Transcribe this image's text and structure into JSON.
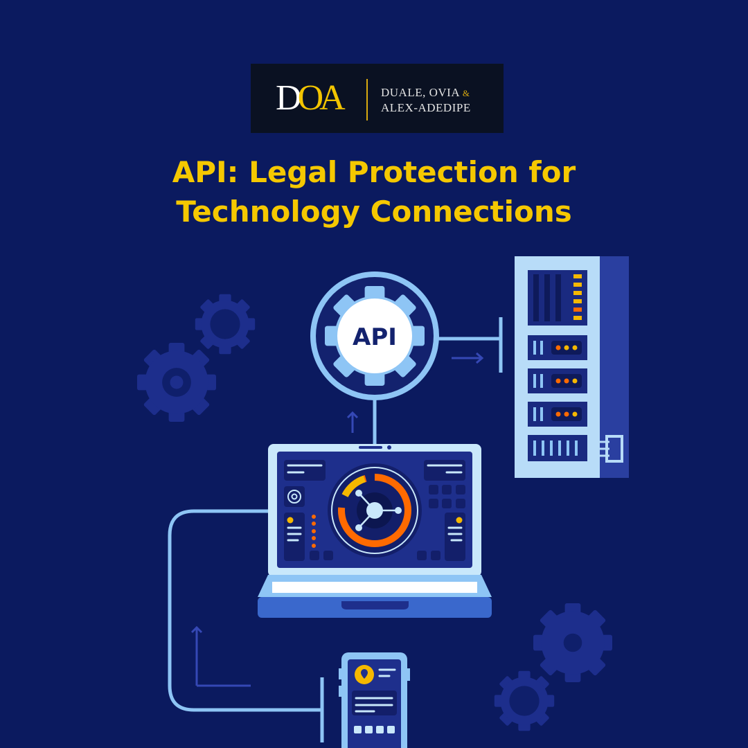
{
  "logo": {
    "mark": "DOA",
    "mark_d": "D",
    "mark_oa": "OA",
    "line1": "DUALE, OVIA",
    "amp": "&",
    "line2": "ALEX-ADEDIPE"
  },
  "title": {
    "line1": "API: Legal Protection for",
    "line2": "Technology Connections"
  },
  "illustration": {
    "api_label": "API"
  },
  "colors": {
    "background": "#0b1a5f",
    "title": "#f5c800",
    "accent_orange": "#ff6a00",
    "accent_light": "#8ec5f5"
  }
}
